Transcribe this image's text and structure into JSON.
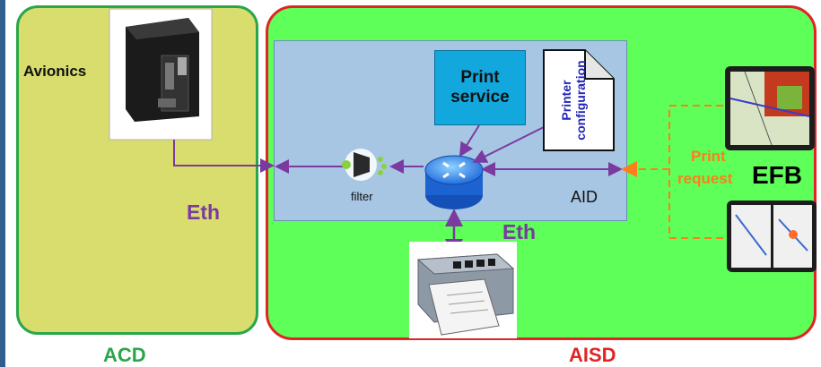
{
  "diagram": {
    "labels": {
      "avionics": "Avionics",
      "eth_left": "Eth",
      "eth_right": "Eth",
      "print_service": "Print service",
      "printer_configuration_line1": "Printer",
      "printer_configuration_line2": "configuration",
      "filter": "filter",
      "aid": "AID",
      "print": "Print",
      "request": "request",
      "efb": "EFB",
      "acd": "ACD",
      "aisd": "AISD"
    },
    "icons": {
      "avionics_unit": "avionics-unit-icon",
      "router": "router-icon",
      "filter": "filter-icon",
      "printer": "printer-icon",
      "document": "document-icon",
      "tablet_top": "tablet-map-icon",
      "tablet_bottom": "tablet-charts-icon"
    },
    "colors": {
      "acd_fill": "#d8dd6e",
      "acd_border": "#2aa64a",
      "aisd_fill": "#5eff58",
      "aisd_border": "#e02424",
      "aid_fill": "#a6c6e4",
      "print_service_fill": "#12a8de",
      "eth_link": "#7a3aa0",
      "request_link": "#ff7d1a"
    }
  }
}
